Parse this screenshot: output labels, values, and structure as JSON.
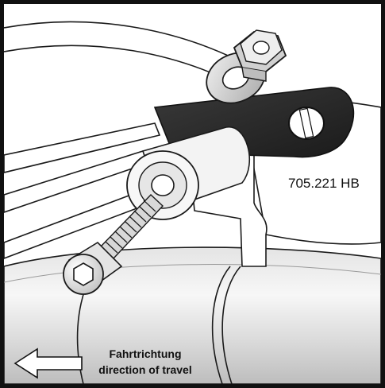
{
  "figure": {
    "part_number": "705.221 HB",
    "direction": {
      "line_de": "Fahrtrichtung",
      "line_en": "direction of travel",
      "arrow_icon": "arrow-left-icon"
    }
  },
  "colors": {
    "frame": "#111111",
    "bracket": "#2a2a2a",
    "tube_light": "#f2f2f2",
    "tube_shade": "#c8c8c8",
    "line": "#1a1a1a"
  }
}
